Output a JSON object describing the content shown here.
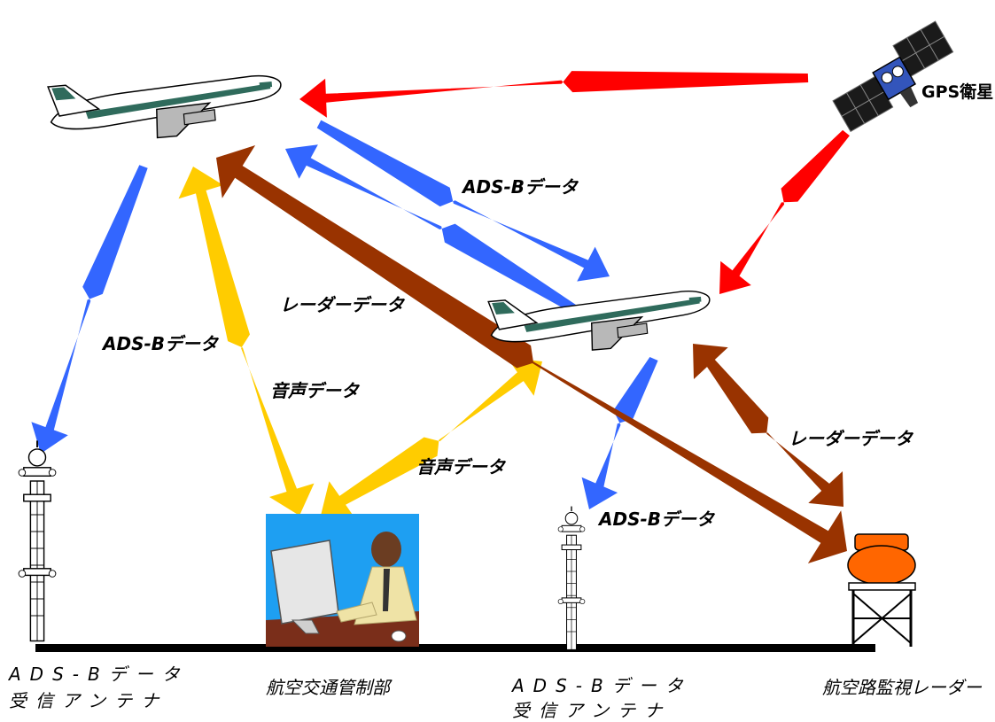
{
  "satellite": {
    "label": "GPS衛星"
  },
  "links": {
    "adsb_air_to_air": "ADS-Bデータ",
    "adsb_to_left_antenna": "ADS-Bデータ",
    "adsb_to_right_antenna": "ADS-Bデータ",
    "radar_long": "レーダーデータ",
    "radar_short": "レーダーデータ",
    "voice_plane1": "音声データ",
    "voice_plane2": "音声データ"
  },
  "stations": {
    "antenna_left": {
      "line1": "ADS-Bデータ",
      "line2": "受信アンテナ"
    },
    "atc": {
      "label": "航空交通管制部"
    },
    "antenna_right": {
      "line1": "ADS-Bデータ",
      "line2": "受信アンテナ"
    },
    "radar": {
      "label": "航空路監視レーダー"
    }
  },
  "colors": {
    "gps_signal": "#ff0000",
    "adsb": "#3366ff",
    "voice": "#ffcc00",
    "radar": "#993300",
    "ground_line": "#000000",
    "radar_dome": "#ff6600",
    "atc_background": "#1e9ff2"
  }
}
